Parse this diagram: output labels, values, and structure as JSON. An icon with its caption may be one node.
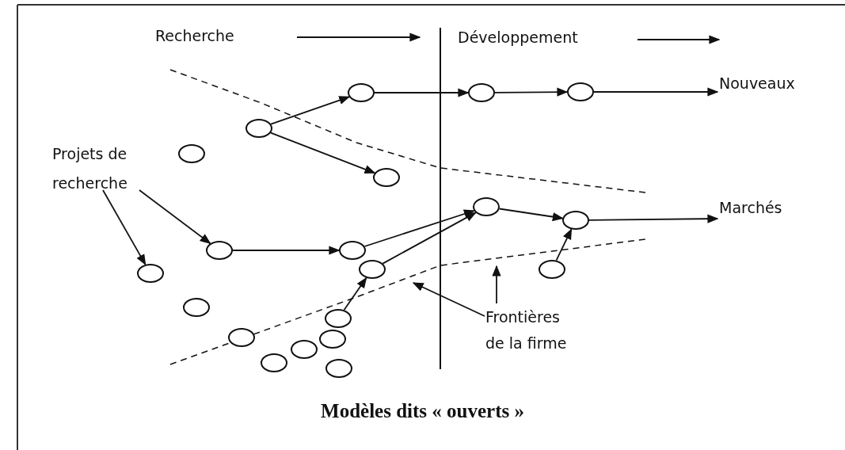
{
  "diagram": {
    "caption": "Modèles dits « ouverts »",
    "nodes": [
      {
        "text": [
          "Nouveaux"
        ]
      },
      {
        "text": [
          "Projets de recherche"
        ]
      },
      {
        "text": [
          "Marchés"
        ]
      },
      {
        "text": [
          "Frontières de la firme"
        ]
      },
      {
        "text": [],
        "shape": "circle"
      },
      {
        "text": [],
        "shape": "circle"
      },
      {
        "text": [],
        "shape": "circle"
      },
      {
        "text": [],
        "shape": "circle"
      },
      {
        "text": [],
        "shape": "circle"
      },
      {
        "text": [],
        "shape": "circle"
      },
      {
        "text": [],
        "shape": "circle"
      },
      {
        "text": [],
        "shape": "circle"
      },
      {
        "text": [],
        "shape": "circle"
      },
      {
        "text": [],
        "shape": "circle"
      },
      {
        "text": [],
        "shape": "circle"
      },
      {
        "text": [],
        "shape": "circle"
      },
      {
        "text": [],
        "shape": "circle"
      },
      {
        "text": [],
        "shape": "circle"
      },
      {
        "text": [],
        "shape": "circle"
      },
      {
        "text": [],
        "shape": "circle"
      },
      {
        "text": [],
        "shape": "circle"
      },
      {
        "text": [],
        "shape": "circle"
      },
      {
        "text": [],
        "shape": "circle"
      },
      {
        "text": [],
        "shape": "circle"
      }
    ],
    "edges": [
      {
        "from": 5,
        "to": 4,
        "arrow": "to"
      },
      {
        "from": 5,
        "to": 7,
        "arrow": "to"
      },
      {
        "from": 4,
        "to": 8,
        "arrow": "to"
      },
      {
        "from": 8,
        "to": 9,
        "arrow": "to"
      },
      {
        "from": 9,
        "to": 0,
        "arrow": "to"
      },
      {
        "from": 1,
        "to": 15,
        "arrow": "to"
      },
      {
        "from": 1,
        "to": 12,
        "arrow": "to"
      },
      {
        "from": 12,
        "to": 13,
        "arrow": "to"
      },
      {
        "from": 13,
        "to": 10,
        "arrow": "to"
      },
      {
        "from": 14,
        "to": 10,
        "arrow": "to"
      },
      {
        "from": 18,
        "to": 14,
        "arrow": "to"
      },
      {
        "from": 10,
        "to": 11,
        "arrow": "to"
      },
      {
        "from": 17,
        "to": 11,
        "arrow": "to"
      },
      {
        "from": 11,
        "to": 2,
        "arrow": "to"
      },
      {
        "from": 3,
        "to": null,
        "arrow": "to"
      },
      {
        "from": 3,
        "to": null,
        "arrow": "to"
      }
    ],
    "labels": [
      "Recherche",
      "Développement"
    ]
  }
}
